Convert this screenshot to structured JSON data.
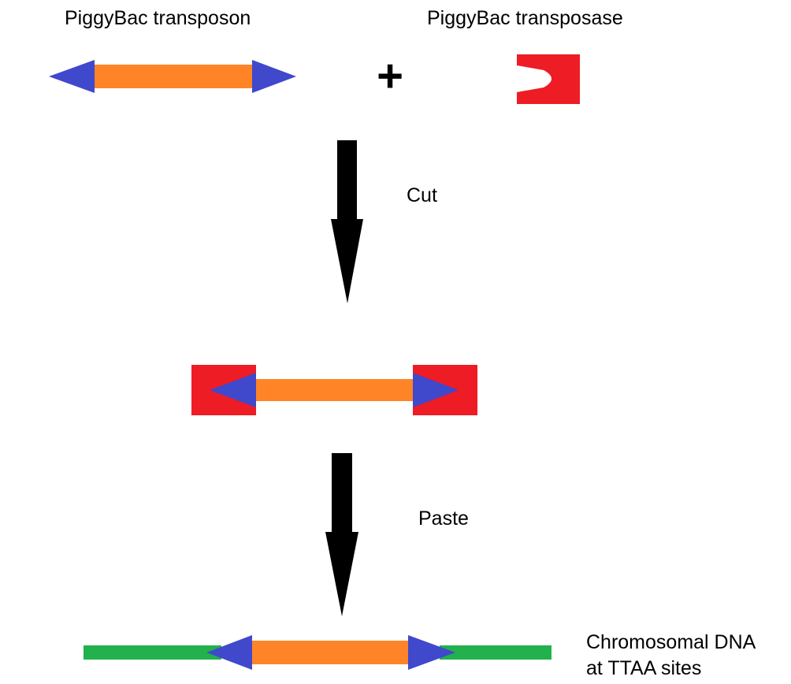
{
  "labels": {
    "transposon": "PiggyBac transposon",
    "transposase": "PiggyBac transposase",
    "plus": "+",
    "cut": "Cut",
    "paste": "Paste",
    "chromosomal_line1": "Chromosomal DNA",
    "chromosomal_line2": "at TTAA sites"
  },
  "colors": {
    "itr": "#4048cc",
    "cargo": "#ff8428",
    "transposase": "#ee1c25",
    "chromosome": "#22b14c",
    "arrow": "#000000"
  }
}
